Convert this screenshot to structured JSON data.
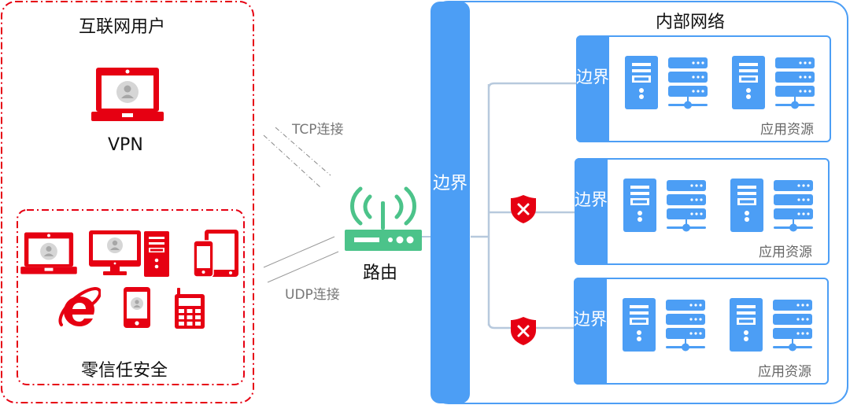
{
  "internet_group": {
    "title": "互联网用户",
    "vpn_label": "VPN",
    "icons": [
      "laptop-user-icon"
    ]
  },
  "zero_trust_group": {
    "title": "零信任安全",
    "icons": [
      "laptop-user-icon",
      "desktop-monitor-icon",
      "pc-tower-icon",
      "phone-tablet-icon",
      "ie-browser-icon",
      "smartphone-user-icon",
      "feature-phone-icon"
    ]
  },
  "connections": {
    "tcp": "TCP连接",
    "udp": "UDP连接"
  },
  "router": {
    "label": "路由",
    "icon": "wifi-router-icon"
  },
  "internal_network": {
    "title": "内部网络",
    "outer_edge_label": "边界",
    "segments": [
      {
        "edge_label": "边界",
        "resource_label": "应用资源",
        "blocked": false
      },
      {
        "edge_label": "边界",
        "resource_label": "应用资源",
        "blocked": true
      },
      {
        "edge_label": "边界",
        "resource_label": "应用资源",
        "blocked": true
      }
    ]
  },
  "colors": {
    "red": "#e60012",
    "blue": "#4c9ef5",
    "green": "#4cc38a",
    "line": "#b7c9dd",
    "gray_text": "#666666"
  }
}
